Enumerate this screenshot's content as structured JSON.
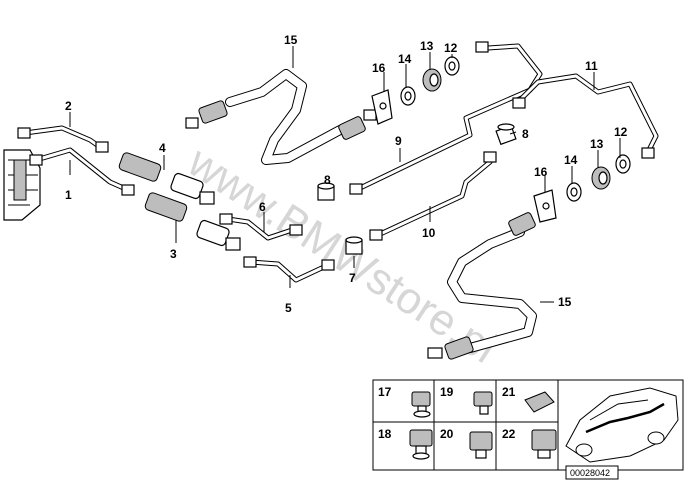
{
  "watermark": "www.BMWstore.pl",
  "document_number": "00028042",
  "callouts": {
    "c1": "1",
    "c2": "2",
    "c3": "3",
    "c4": "4",
    "c5": "5",
    "c6": "6",
    "c7": "7",
    "c8a": "8",
    "c8b": "8",
    "c9": "9",
    "c10": "10",
    "c11": "11",
    "c12a": "12",
    "c12b": "12",
    "c13a": "13",
    "c13b": "13",
    "c14a": "14",
    "c14b": "14",
    "c15a": "15",
    "c15b": "15",
    "c16a": "16",
    "c16b": "16"
  },
  "inset": {
    "c17": "17",
    "c18": "18",
    "c19": "19",
    "c20": "20",
    "c21": "21",
    "c22": "22"
  }
}
